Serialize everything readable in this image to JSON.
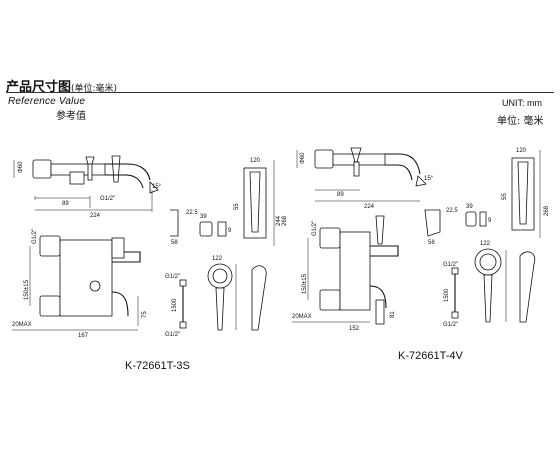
{
  "header": {
    "title": "产品尺寸图",
    "title_unit": "(单位:毫米)",
    "reference_en": "Reference Value",
    "reference_cn": "参考值",
    "unit_en": "UNIT:  mm",
    "unit_cn": "单位: 毫米"
  },
  "models": [
    {
      "name": "K-72661T-3S",
      "dims": {
        "phi60": "Φ60",
        "d89": "89",
        "d224": "224",
        "thread_top": "G1/2\"",
        "angle": "15°",
        "g12_side": "G1/2\"",
        "d150_15": "150±15",
        "d20max": "20MAX",
        "d167": "167",
        "d75": "75",
        "h1500": "1500",
        "g12_hose_top": "G1/2\"",
        "g12_hose_bot": "G1/2\"",
        "bracket_a": "58",
        "bracket_b": "22.5",
        "bracket_c": "39",
        "bracket_d": "9",
        "shower_d122": "122",
        "shower_d244": "244",
        "shower_d120": "120",
        "shower_d268": "268",
        "dim_55": "55"
      }
    },
    {
      "name": "K-72661T-4V",
      "dims": {
        "phi60": "Φ60",
        "d89": "89",
        "d224": "224",
        "angle": "15°",
        "g12_side": "G1/2\"",
        "d150_15": "150±15",
        "d20max": "20MAX",
        "d152": "152",
        "d81": "81",
        "h1500": "1500",
        "g12_hose_top": "G1/2\"",
        "g12_hose_bot": "G1/2\"",
        "bracket_a": "58",
        "bracket_b": "22.5",
        "bracket_c": "39",
        "bracket_d": "9",
        "shower_d122": "122",
        "shower_d120": "120",
        "shower_d268": "268",
        "dim_55": "55"
      }
    }
  ]
}
